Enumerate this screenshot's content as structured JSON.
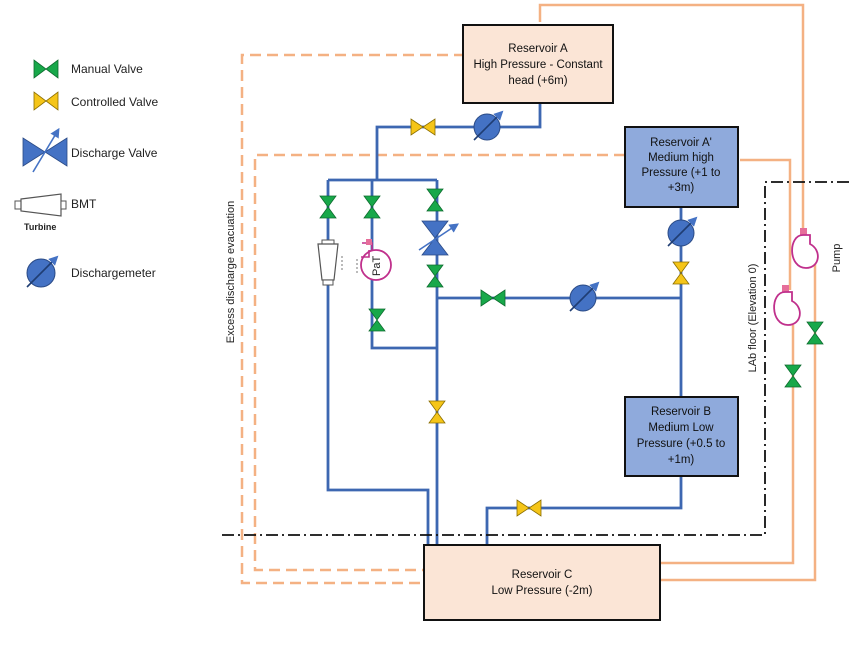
{
  "legend": {
    "manual_valve": "Manual Valve",
    "controlled_valve": "Controlled Valve",
    "discharge_valve": "Discharge Valve",
    "bmt": "BMT",
    "turbine": "Turbine",
    "dischargemeter": "Dischargemeter"
  },
  "reservoirs": {
    "a": [
      "Reservoir A",
      "High Pressure - Constant",
      "head (+6m)"
    ],
    "a_prime": [
      "Reservoir A'",
      "Medium high",
      "Pressure (+1 to",
      "+3m)"
    ],
    "b": [
      "Reservoir B",
      "Medium Low",
      "Pressure (+0.5 to",
      "+1m)"
    ],
    "c": [
      "Reservoir C",
      "Low Pressure (-2m)"
    ]
  },
  "labels": {
    "excess": "Excess discharge evacuation",
    "lab_floor": "LAb floor (Elevation 0)",
    "pump": "Pump",
    "pat": "PaT"
  },
  "colors": {
    "pipe_blue": "#3d67b1",
    "return_orange": "#f4b183",
    "manual_green": "#18a84a",
    "controlled_yellow": "#f5c518",
    "meter_blue": "#4472c4",
    "pump_magenta": "#c0308c",
    "reservoir_light": "#fbe5d6",
    "reservoir_blue": "#8faadc"
  }
}
